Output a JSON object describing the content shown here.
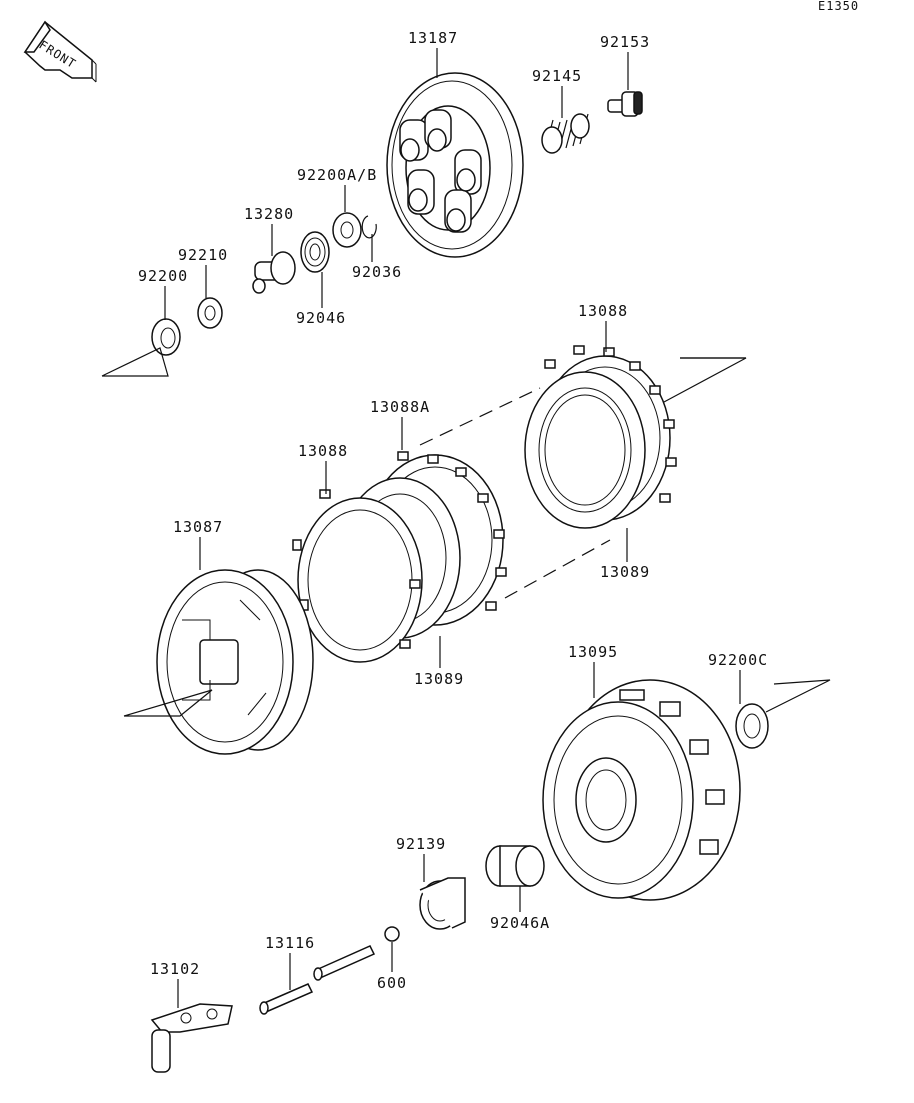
{
  "diagram_id": "E1350",
  "front_label": "FRONT",
  "parts": [
    {
      "key": "p13187",
      "number": "13187"
    },
    {
      "key": "p92153",
      "number": "92153"
    },
    {
      "key": "p92145",
      "number": "92145"
    },
    {
      "key": "p92200AB",
      "number": "92200A/B"
    },
    {
      "key": "p13280",
      "number": "13280"
    },
    {
      "key": "p92210",
      "number": "92210"
    },
    {
      "key": "p92200",
      "number": "92200"
    },
    {
      "key": "p92036",
      "number": "92036"
    },
    {
      "key": "p92046",
      "number": "92046"
    },
    {
      "key": "p13088_top",
      "number": "13088"
    },
    {
      "key": "p13088A",
      "number": "13088A"
    },
    {
      "key": "p13088_mid",
      "number": "13088"
    },
    {
      "key": "p13087",
      "number": "13087"
    },
    {
      "key": "p13089_right",
      "number": "13089"
    },
    {
      "key": "p13089_mid",
      "number": "13089"
    },
    {
      "key": "p13095",
      "number": "13095"
    },
    {
      "key": "p92200C",
      "number": "92200C"
    },
    {
      "key": "p92139",
      "number": "92139"
    },
    {
      "key": "p92046A",
      "number": "92046A"
    },
    {
      "key": "p13116",
      "number": "13116"
    },
    {
      "key": "p13102",
      "number": "13102"
    },
    {
      "key": "p600",
      "number": "600"
    }
  ]
}
